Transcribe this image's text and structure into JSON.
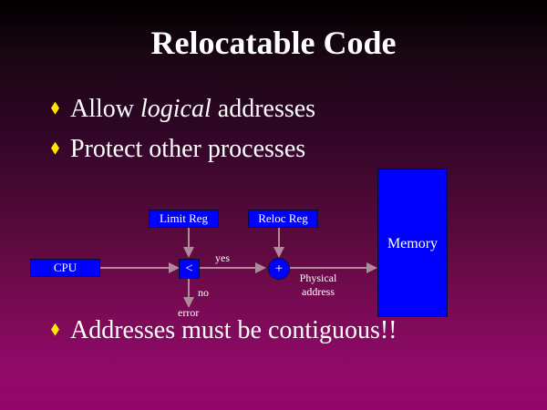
{
  "slide": {
    "title": "Relocatable Code",
    "bullets": [
      {
        "pre": "Allow ",
        "em": "logical",
        "post": " addresses"
      },
      {
        "text": "Protect other processes"
      },
      {
        "text": "Addresses must be contiguous!!"
      }
    ]
  },
  "diagram": {
    "cpu": "CPU",
    "limit_reg": "Limit Reg",
    "reloc_reg": "Reloc Reg",
    "compare": "<",
    "add": "+",
    "memory": "Memory",
    "yes": "yes",
    "no": "no",
    "error": "error",
    "physical_line1": "Physical",
    "physical_line2": "address",
    "box_color": "#0000ff",
    "bullet_color": "#ffe600"
  }
}
